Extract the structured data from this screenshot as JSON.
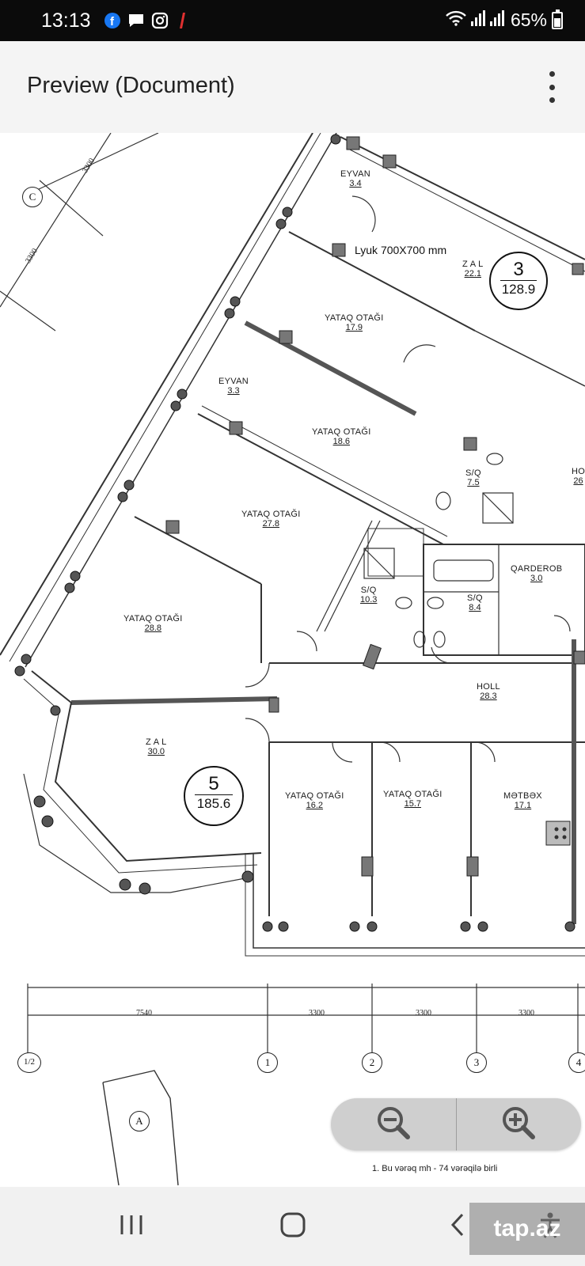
{
  "status_bar": {
    "time": "13:13",
    "battery": "65%",
    "icons": [
      "facebook-icon",
      "chat-icon",
      "instagram-icon",
      "app-alert-icon",
      "wifi-icon",
      "signal-icon",
      "battery-icon"
    ]
  },
  "app_bar": {
    "title": "Preview (Document)",
    "menu_icon": "more-vert-icon"
  },
  "floor_plan": {
    "note": "Lyuk 700X700 mm",
    "apartments": [
      {
        "number": "3",
        "total_area": "128.9"
      },
      {
        "number": "5",
        "total_area": "185.6"
      }
    ],
    "rooms": [
      {
        "name": "EYVAN",
        "area": "3.4"
      },
      {
        "name": "Z A L",
        "area": "22.1"
      },
      {
        "name": "YATAQ OTAĞI",
        "area": "17.9"
      },
      {
        "name": "EYVAN",
        "area": "3.3"
      },
      {
        "name": "YATAQ OTAĞI",
        "area": "18.6"
      },
      {
        "name": "S/Q",
        "area": "7.5"
      },
      {
        "name": "HO",
        "area": "26"
      },
      {
        "name": "YATAQ OTAĞI",
        "area": "27.8"
      },
      {
        "name": "QARDEROB",
        "area": "3.0"
      },
      {
        "name": "S/Q",
        "area": "10.3"
      },
      {
        "name": "S/Q",
        "area": "8.4"
      },
      {
        "name": "YATAQ OTAĞI",
        "area": "28.8"
      },
      {
        "name": "HOLL",
        "area": "28.3"
      },
      {
        "name": "Z A L",
        "area": "30.0"
      },
      {
        "name": "YATAQ OTAĞI",
        "area": "16.2"
      },
      {
        "name": "YATAQ OTAĞI",
        "area": "15.7"
      },
      {
        "name": "MƏTBƏX",
        "area": "17.1"
      }
    ],
    "dimensions": [
      "3300",
      "3300",
      "7540",
      "3300",
      "3300",
      "3300"
    ],
    "axis_labels": [
      "C",
      "1/2",
      "1",
      "2",
      "3",
      "4",
      "A"
    ],
    "footer_text": "1. Bu vərəq mh - 74 vərəqilə birli"
  },
  "zoom": {
    "zoom_out_icon": "zoom-out-icon",
    "zoom_in_icon": "zoom-in-icon"
  },
  "nav_bar": {
    "icons": [
      "recent-apps-icon",
      "home-icon",
      "back-icon",
      "accessibility-icon"
    ]
  },
  "watermark": "tap.az"
}
